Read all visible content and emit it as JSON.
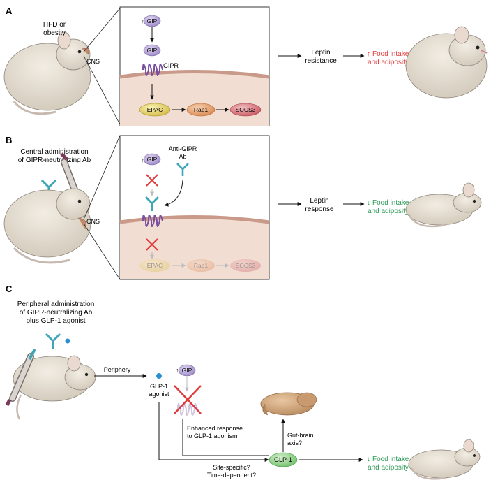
{
  "colors": {
    "gip_purple": "#b7a6d8",
    "receptor_purple": "#7a4fa0",
    "antibody_teal": "#3fa6b8",
    "epac_yellow": "#e6d36a",
    "rap1_orange": "#e3a06a",
    "socs3_red": "#d9737a",
    "glp1_green": "#8fd08a",
    "membrane": "#c99a8a",
    "cytoplasm": "#f2ddd3",
    "increase_red": "#e23a3a",
    "decrease_green": "#2a9a55"
  },
  "panelA": {
    "label": "A",
    "condition": "HFD or\nobesity",
    "cns": "CNS",
    "gip_top": "GIP",
    "gip_bound": "GIP",
    "receptor": "GIPR",
    "epac": "EPAC",
    "rap1": "Rap1",
    "socs3": "SOCS3",
    "outcome_left": "Leptin\nresistance",
    "outcome_right_line1": "Food intake",
    "outcome_right_line2": "and adiposity"
  },
  "panelB": {
    "label": "B",
    "condition": "Central administration\nof GIPR-neutralizing Ab",
    "cns": "CNS",
    "gip": "GIP",
    "antibody": "Anti-GIPR\nAb",
    "epac": "EPAC",
    "rap1": "Rap1",
    "socs3": "SOCS3",
    "outcome_left": "Leptin\nresponse",
    "outcome_right_line1": "Food intake",
    "outcome_right_line2": "and adiposity"
  },
  "panelC": {
    "label": "C",
    "condition": "Peripheral administration\nof GIPR-neutralizing Ab\nplus GLP-1 agonist",
    "periphery": "Periphery",
    "glp1_agonist": "GLP-1\nagonist",
    "gip": "GIP",
    "enhanced": "Enhanced response\nto GLP-1 agonism",
    "gut_brain": "Gut-brain\naxis?",
    "site": "Site-specific?\nTime-dependent?",
    "glp1": "GLP-1",
    "outcome_right_line1": "Food intake",
    "outcome_right_line2": "and adiposity"
  }
}
